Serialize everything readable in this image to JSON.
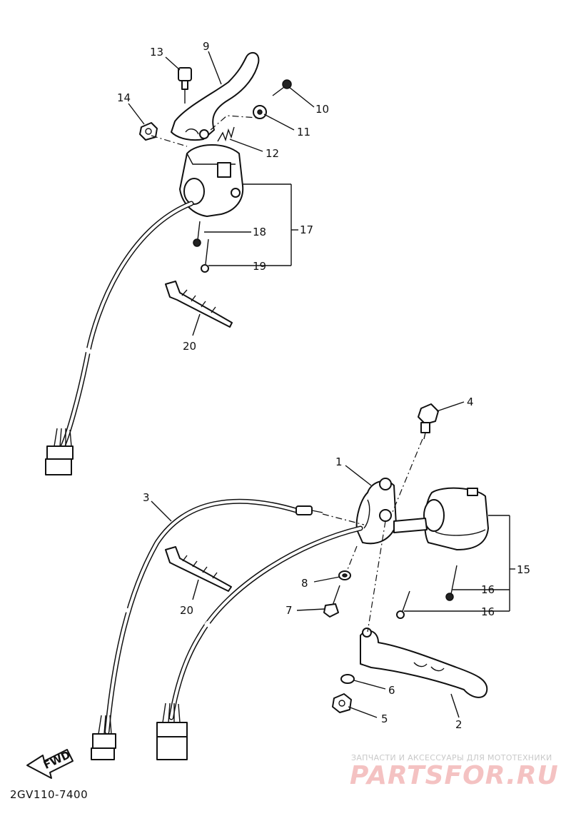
{
  "diagram": {
    "callouts": [
      "1",
      "2",
      "3",
      "4",
      "5",
      "6",
      "7",
      "8",
      "9",
      "10",
      "11",
      "12",
      "13",
      "14",
      "15",
      "16",
      "16",
      "17",
      "18",
      "19",
      "20",
      "20"
    ],
    "fwd_label": "FWD",
    "doc_code": "2GV110-7400",
    "watermark": {
      "tagline": "ЗАПЧАСТИ И АКСЕССУАРЫ ДЛЯ МОТОТЕХНИКИ",
      "brand": "PARTSFOR.RU"
    }
  }
}
